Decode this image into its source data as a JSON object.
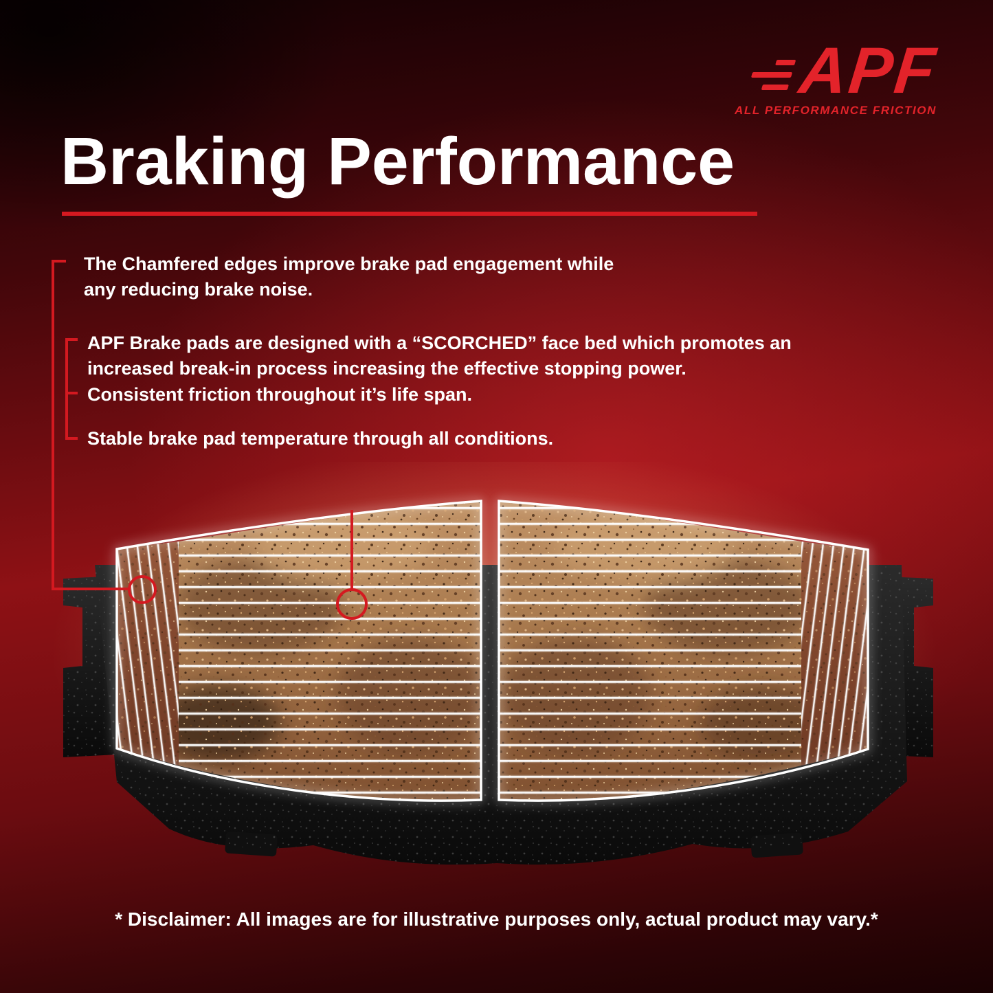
{
  "brand": {
    "logo_text": "APF",
    "tagline": "ALL PERFORMANCE FRICTION"
  },
  "header": {
    "title": "Braking Performance"
  },
  "bullets": [
    {
      "text": "The Chamfered edges improve brake pad engagement while any reducing brake noise."
    },
    {
      "text": "APF Brake pads are designed with a “SCORCHED” face bed which promotes an increased break-in process increasing the effective stopping power."
    },
    {
      "text": "Consistent friction throughout it’s life span."
    },
    {
      "text": "Stable brake pad temperature through all conditions."
    }
  ],
  "disclaimer": "* Disclaimer: All images are for illustrative purposes only, actual product may vary.*",
  "colors": {
    "accent_red": "#d41920",
    "logo_red": "#e3232a",
    "background_red": "#8e1115",
    "pad_copper": "#a5754a",
    "text": "#ffffff"
  },
  "diagram": {
    "callouts": [
      {
        "name": "chamfered-edge-marker"
      },
      {
        "name": "scorched-face-marker"
      }
    ]
  }
}
